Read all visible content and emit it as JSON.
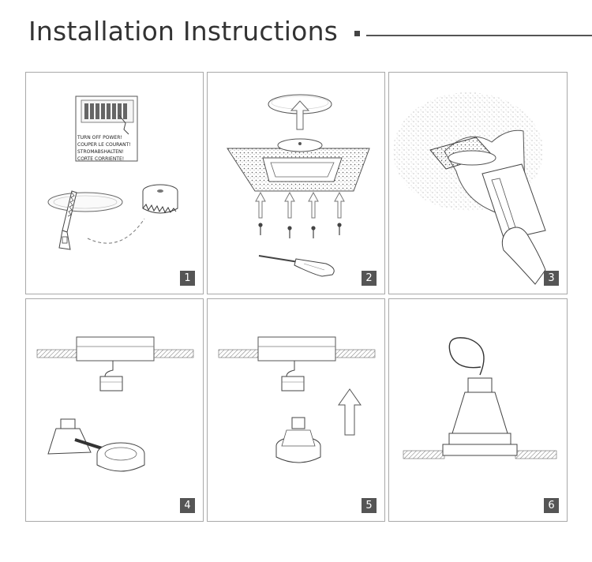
{
  "header": {
    "title": "Installation Instructions"
  },
  "warning_label": [
    "TURN OFF POWER!",
    "COUPER LE COURANT!",
    "STROMABSHALTEN!",
    "CORTE CORRIENTE!"
  ],
  "steps": [
    {
      "number": "1"
    },
    {
      "number": "2"
    },
    {
      "number": "3"
    },
    {
      "number": "4"
    },
    {
      "number": "5"
    },
    {
      "number": "6"
    }
  ],
  "colors": {
    "border": "#a9a9a9",
    "badge": "#555555",
    "line": "#333333"
  },
  "icons": [
    "breaker-panel-icon",
    "saw-icon",
    "hole-saw-icon",
    "screwdriver-icon",
    "gu10-bulb-icon",
    "arrow-up-icon"
  ]
}
